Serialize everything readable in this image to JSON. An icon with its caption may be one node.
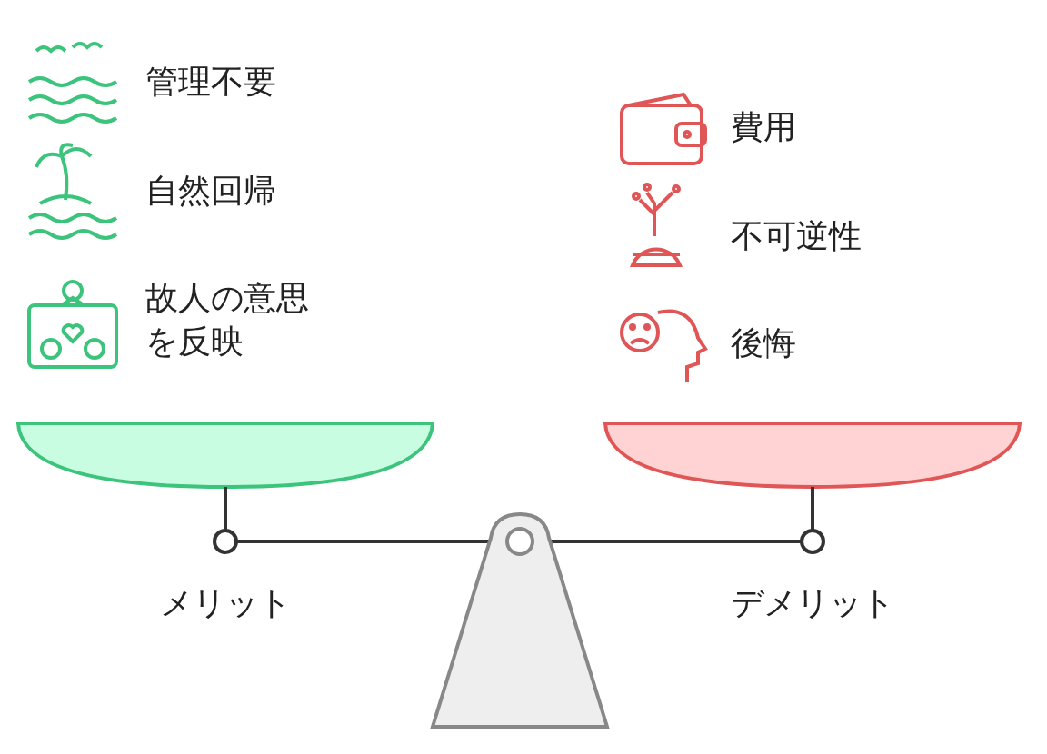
{
  "diagram": {
    "labels": [
      "管理不要",
      "費用",
      "自然回帰",
      "不可逆性",
      "故人の意思を反映",
      "後悔",
      "メリット",
      "デメリット"
    ]
  }
}
